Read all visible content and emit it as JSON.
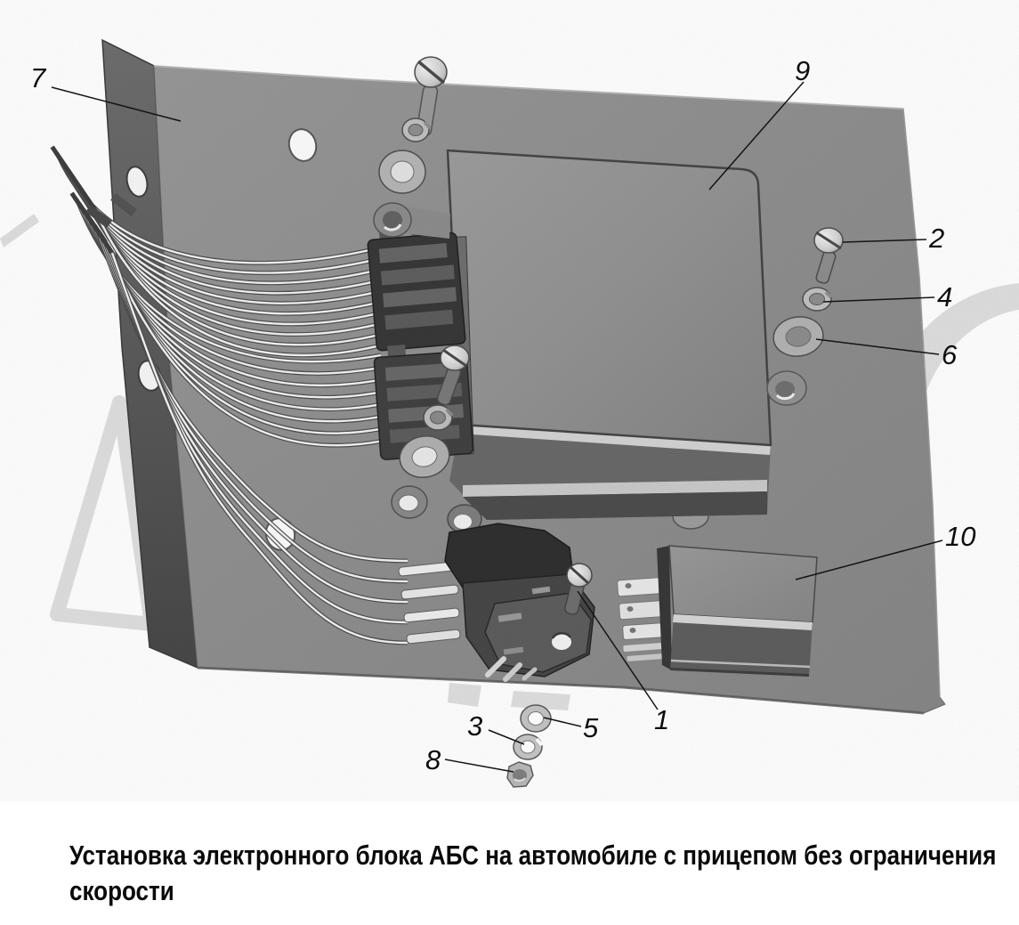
{
  "figure": {
    "caption": "Установка электронного блока АБС на автомобиле с прицепом без ограничения скорости"
  },
  "callouts": [
    {
      "label": "7"
    },
    {
      "label": "9"
    },
    {
      "label": "2"
    },
    {
      "label": "4"
    },
    {
      "label": "6"
    },
    {
      "label": "10"
    },
    {
      "label": "1"
    },
    {
      "label": "5"
    },
    {
      "label": "3"
    },
    {
      "label": "8"
    }
  ],
  "colors": {
    "background": "#ffffff",
    "panel_gray": "#8f8f8f",
    "flange_gray": "#565656",
    "watermark_gray": "#dedede",
    "line_black": "#111111"
  }
}
